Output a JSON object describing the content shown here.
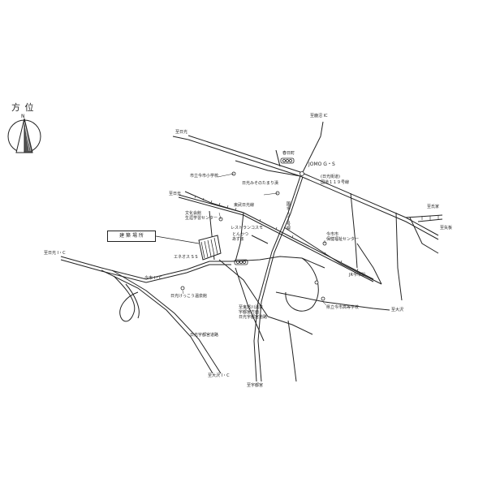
{
  "compass": {
    "title": "方 位",
    "north": "N"
  },
  "site": {
    "label": "建 築 場 所"
  },
  "labels": {
    "kanuma_top": "至鹿沼 IC",
    "kanuma_west": "至日光",
    "kasugacho": "春日町",
    "jomo": "JOMO G・S",
    "imaichi_school": "市立今市小学校",
    "hotel": "日光みそのたまり漬",
    "route119": "国道１１９号線",
    "route119_alt": "(日光街道)",
    "nikko_west2": "至日光",
    "tobu_line": "東武日光線",
    "route121": "国道１２１号線",
    "bunka": "文化会館",
    "shougai": "生涯学習センター",
    "kosumo": "レストランコスモ",
    "tonkatsu": "とんかつ",
    "azuma": "あずま",
    "fukushi1": "今市市",
    "fukushi2": "保健福祉センター",
    "nikko_ic": "至日光 I・C",
    "eneos": "エネオス S S",
    "imaichi_ic": "今市 I・C",
    "nikko_ekimae": "日光けっこう温泉館",
    "kinugawa1": "至鬼怒川温泉",
    "kinugawa2": "宇都宮方面",
    "kinugawa3": "日光宇都宮道路",
    "jr": "JR今市駅",
    "koutou": "県立今市高等学校",
    "sitaiwa": "至大沢",
    "yaita": "至矢板",
    "kanuma_bot": "至大沢 I・C",
    "utsunomiya": "至宇都宮",
    "ujiie": "至氏家",
    "nikko_utsu": "日光宇都宮道路",
    "sign1": "今市市",
    "sign2": "至矢板"
  }
}
